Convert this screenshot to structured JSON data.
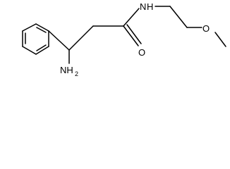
{
  "molecule": {
    "atoms": {
      "amine": "NH",
      "amine_subscript": "2",
      "amide_nitrogen": "N",
      "amide_hydrogen": "H",
      "carbonyl_oxygen": "O",
      "ether_oxygen": "O"
    },
    "colors": {
      "bond": "#000000",
      "label": "#000000",
      "background": "#ffffff"
    }
  }
}
